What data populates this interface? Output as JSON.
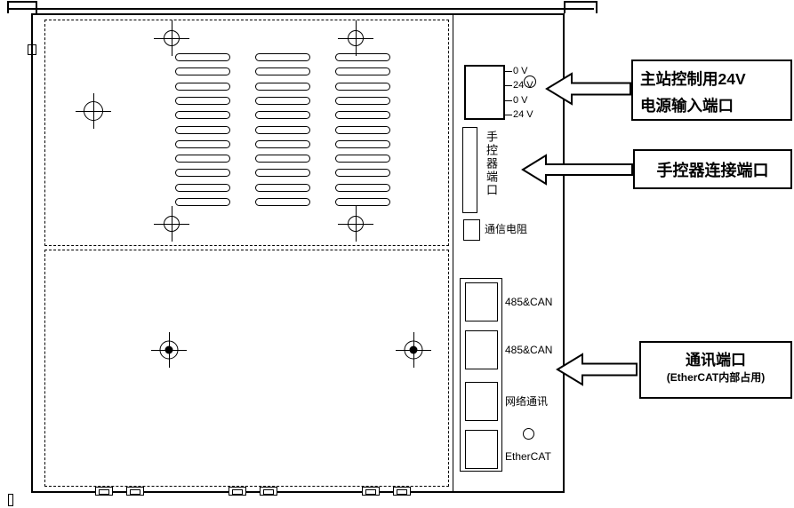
{
  "diagram": {
    "colors": {
      "line": "#000000",
      "background": "#ffffff"
    },
    "power_block": {
      "terminal_labels": [
        "0 V",
        "24 V",
        "0 V",
        "24 V"
      ]
    },
    "hand_port": {
      "label": "手控器端口"
    },
    "comm_resistor": {
      "label": "通信电阻"
    },
    "connector_panel": {
      "port_labels": [
        "485&CAN",
        "485&CAN",
        "网络通讯",
        "EtherCAT"
      ]
    },
    "callouts": {
      "power": {
        "line1": "主站控制用24V",
        "line2": "电源输入端口"
      },
      "hand_controller": {
        "line1": "手控器连接端口"
      },
      "communication": {
        "line1": "通讯端口",
        "line2": "(EtherCAT内部占用)"
      }
    }
  }
}
